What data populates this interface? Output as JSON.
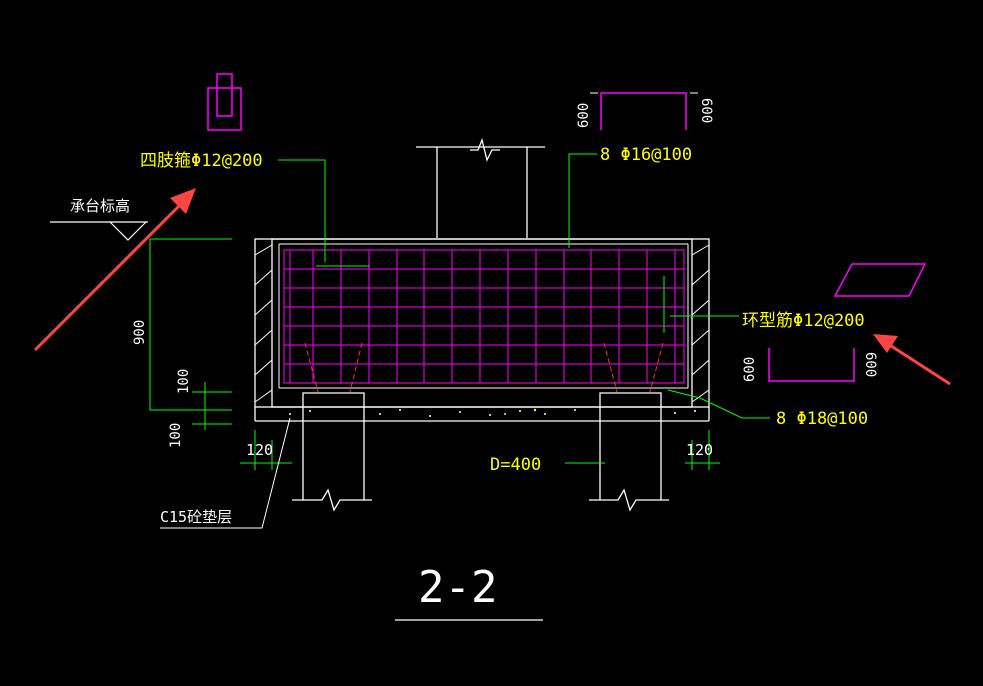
{
  "colors": {
    "background": "#000000",
    "white": "#ffffff",
    "yellow": "#ffff00",
    "green": "#00ff00",
    "magenta": "#ff00ff",
    "red": "#ff3333",
    "arrow": "#ff4444"
  },
  "labels": {
    "stirrup": "四肢箍Φ12@200",
    "cap_elevation": "承台标高",
    "top_bars": "8 Φ16@100",
    "ring_bars": "环型筋Φ12@200",
    "bottom_bars": "8 Φ18@100",
    "pile_diameter": "D=400",
    "cushion": "C15砼垫层",
    "section_title": "2-2"
  },
  "dimensions": {
    "height_900": "900",
    "dim_100_upper": "100",
    "dim_100_lower": "100",
    "dim_120_left": "120",
    "dim_120_right": "120",
    "top_left_600": "600",
    "top_right_600": "600",
    "right_left_600": "600",
    "right_right_600": "600"
  },
  "icons": {
    "arrow_left": "red-arrow-icon",
    "arrow_right": "red-arrow-icon",
    "break_symbol": "break-line-icon",
    "elevation_mark": "elevation-triangle-icon"
  }
}
